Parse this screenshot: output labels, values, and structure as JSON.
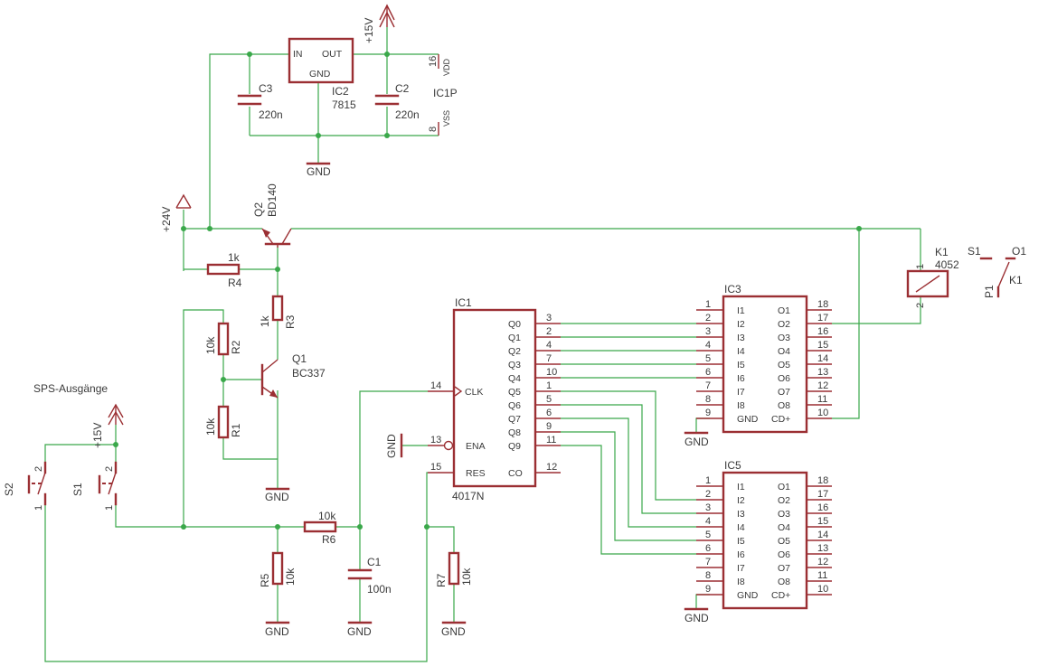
{
  "labels": {
    "plus15v_top": "+15V",
    "plus15v_left": "+15V",
    "plus24v": "+24V",
    "sps_outputs": "SPS-Ausgänge",
    "gnd": "GND"
  },
  "ic2": {
    "name": "IC2",
    "value": "7815",
    "pin_in": "IN",
    "pin_out": "OUT",
    "pin_gnd": "GND"
  },
  "ic1p": {
    "name": "IC1P",
    "vdd": "VDD",
    "vss": "VSS",
    "pin_vdd": "16",
    "pin_vss": "8"
  },
  "c3": {
    "name": "C3",
    "value": "220n"
  },
  "c2": {
    "name": "C2",
    "value": "220n"
  },
  "c1": {
    "name": "C1",
    "value": "100n"
  },
  "q2": {
    "name": "Q2",
    "value": "BD140"
  },
  "q1": {
    "name": "Q1",
    "value": "BC337"
  },
  "r4": {
    "name": "R4",
    "value": "1k"
  },
  "r3": {
    "name": "R3",
    "value": "1k"
  },
  "r2": {
    "name": "R2",
    "value": "10k"
  },
  "r1": {
    "name": "R1",
    "value": "10k"
  },
  "r5": {
    "name": "R5",
    "value": "10k"
  },
  "r6": {
    "name": "R6",
    "value": "10k"
  },
  "r7": {
    "name": "R7",
    "value": "10k"
  },
  "s1": {
    "name": "S1",
    "pin1": "1",
    "pin2": "2"
  },
  "s2": {
    "name": "S2",
    "pin1": "1",
    "pin2": "2"
  },
  "k1": {
    "name": "K1",
    "value": "4052",
    "pin1": "1",
    "pin2": "2"
  },
  "k1_contact": {
    "s1": "S1",
    "o1": "O1",
    "p1": "P1",
    "k1": "K1"
  },
  "ic1": {
    "name": "IC1",
    "value": "4017N",
    "pins_left": [
      {
        "num": "14",
        "label": "CLK"
      },
      {
        "num": "13",
        "label": "ENA"
      },
      {
        "num": "15",
        "label": "RES"
      }
    ],
    "pins_right": [
      {
        "num": "3",
        "label": "Q0"
      },
      {
        "num": "2",
        "label": "Q1"
      },
      {
        "num": "4",
        "label": "Q2"
      },
      {
        "num": "7",
        "label": "Q3"
      },
      {
        "num": "10",
        "label": "Q4"
      },
      {
        "num": "1",
        "label": "Q5"
      },
      {
        "num": "5",
        "label": "Q6"
      },
      {
        "num": "6",
        "label": "Q7"
      },
      {
        "num": "9",
        "label": "Q8"
      },
      {
        "num": "11",
        "label": "Q9"
      },
      {
        "num": "12",
        "label": "CO"
      }
    ]
  },
  "ic3": {
    "name": "IC3",
    "left": [
      {
        "num": "1",
        "label": "I1"
      },
      {
        "num": "2",
        "label": "I2"
      },
      {
        "num": "3",
        "label": "I3"
      },
      {
        "num": "4",
        "label": "I4"
      },
      {
        "num": "5",
        "label": "I5"
      },
      {
        "num": "6",
        "label": "I6"
      },
      {
        "num": "7",
        "label": "I7"
      },
      {
        "num": "8",
        "label": "I8"
      },
      {
        "num": "9",
        "label": "GND"
      }
    ],
    "right": [
      {
        "num": "18",
        "label": "O1"
      },
      {
        "num": "17",
        "label": "O2"
      },
      {
        "num": "16",
        "label": "O3"
      },
      {
        "num": "15",
        "label": "O4"
      },
      {
        "num": "14",
        "label": "O5"
      },
      {
        "num": "13",
        "label": "O6"
      },
      {
        "num": "12",
        "label": "O7"
      },
      {
        "num": "11",
        "label": "O8"
      },
      {
        "num": "10",
        "label": "CD+"
      }
    ]
  },
  "ic5": {
    "name": "IC5",
    "left": [
      {
        "num": "1",
        "label": "I1"
      },
      {
        "num": "2",
        "label": "I2"
      },
      {
        "num": "3",
        "label": "I3"
      },
      {
        "num": "4",
        "label": "I4"
      },
      {
        "num": "5",
        "label": "I5"
      },
      {
        "num": "6",
        "label": "I6"
      },
      {
        "num": "7",
        "label": "I7"
      },
      {
        "num": "8",
        "label": "I8"
      },
      {
        "num": "9",
        "label": "GND"
      }
    ],
    "right": [
      {
        "num": "18",
        "label": "O1"
      },
      {
        "num": "17",
        "label": "O2"
      },
      {
        "num": "16",
        "label": "O3"
      },
      {
        "num": "15",
        "label": "O4"
      },
      {
        "num": "14",
        "label": "O5"
      },
      {
        "num": "13",
        "label": "O6"
      },
      {
        "num": "12",
        "label": "O7"
      },
      {
        "num": "11",
        "label": "O8"
      },
      {
        "num": "10",
        "label": "CD+"
      }
    ]
  }
}
